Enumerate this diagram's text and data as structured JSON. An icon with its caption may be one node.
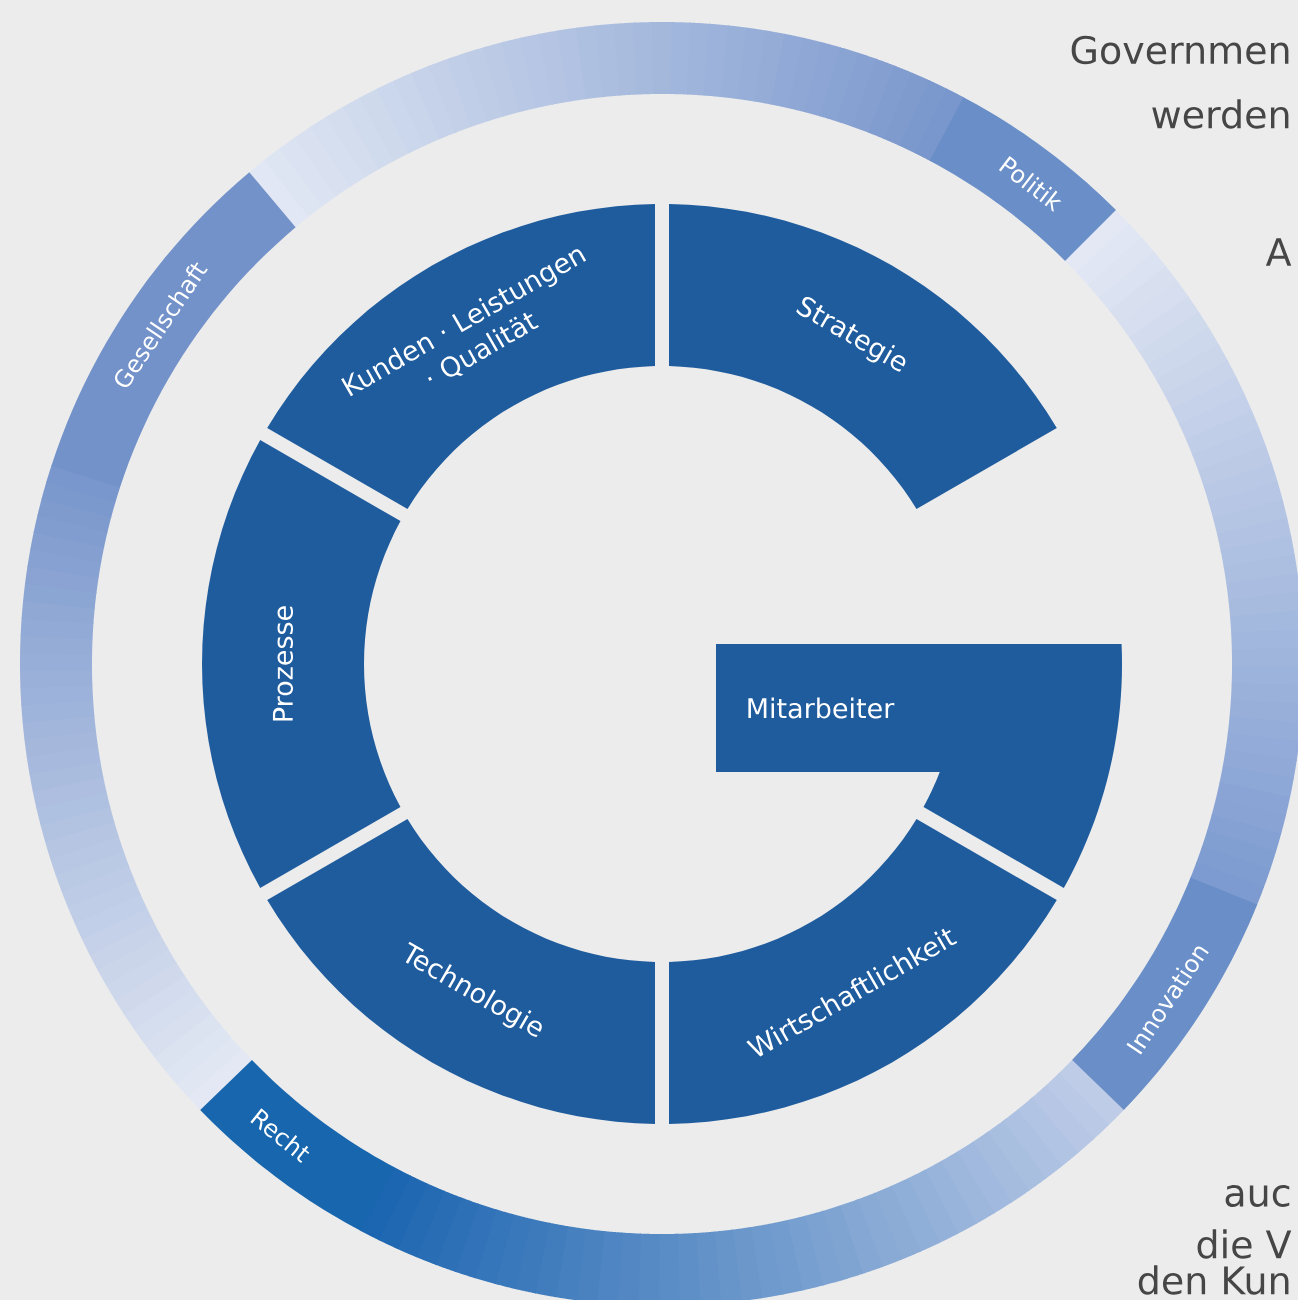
{
  "diagram": {
    "nodes": [
      {
        "text": [
          "Gesellschaft"
        ]
      },
      {
        "text": [
          "Politik"
        ]
      },
      {
        "text": [
          "Kunden · Leistungen · Qualität"
        ]
      },
      {
        "text": [
          "Strategie"
        ]
      },
      {
        "text": [
          "Prozesse"
        ]
      },
      {
        "text": [
          "Mitarbeiter"
        ]
      },
      {
        "text": [
          "Technologie"
        ]
      },
      {
        "text": [
          "Wirtschaftlichkeit"
        ]
      },
      {
        "text": [
          "Innovation"
        ]
      },
      {
        "text": [
          "Recht"
        ]
      }
    ],
    "labels": [
      "Governmen",
      "werden",
      "A",
      "auc",
      "die V",
      "den Kun"
    ]
  }
}
